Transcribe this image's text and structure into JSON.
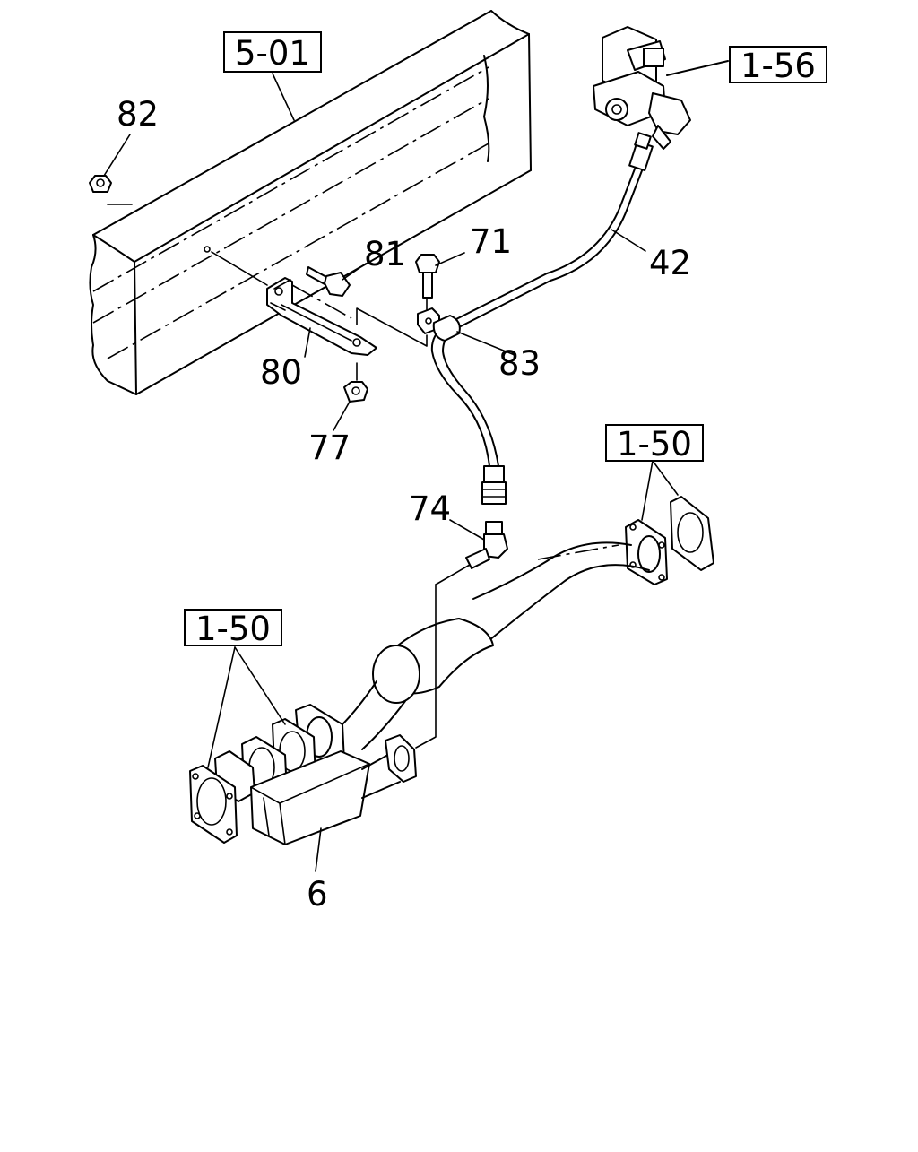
{
  "callouts": {
    "c82": "82",
    "c81": "81",
    "c71": "71",
    "c42": "42",
    "c80": "80",
    "c83": "83",
    "c77": "77",
    "c74": "74",
    "c6": "6"
  },
  "references": {
    "frame": "5-01",
    "valve": "1-56",
    "pipe_flange_right": "1-50",
    "pipe_flange_left": "1-50"
  }
}
